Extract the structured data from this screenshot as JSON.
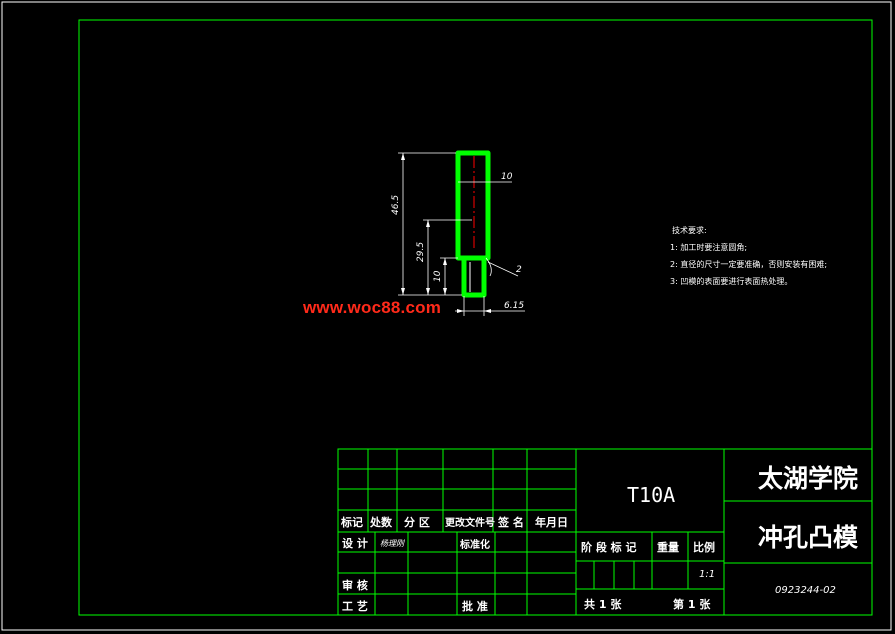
{
  "drawing": {
    "watermark": "www.woc88.com",
    "dimensions": {
      "overall_length": "46.5",
      "shoulder_length": "29.5",
      "tip_length": "10",
      "width": "10",
      "angle": "2",
      "tip_width": "6.15"
    },
    "notes": {
      "title": "技术要求:",
      "items": [
        "1: 加工时要注意圆角;",
        "2: 直径的尺寸一定要准确，否则安装有困难;",
        "3: 凹模的表面要进行表面热处理。"
      ]
    },
    "colors": {
      "frame": "#00ff00",
      "part": "#00ff00",
      "dimension": "#ffffff",
      "center_line": "#ff0000",
      "watermark": "#ff2a1a"
    }
  },
  "title_block": {
    "material": "T10A",
    "school": "太湖学院",
    "part_name": "冲孔凸模",
    "drawing_number": "0923244-02",
    "headers": [
      "标记",
      "处数",
      "分 区",
      "更改文件号",
      "签 名",
      "年月日"
    ],
    "design_label": "设 计",
    "designer": "杨理刚",
    "standardize_label": "标准化",
    "stage_label": "阶 段 标 记",
    "weight_label": "重量",
    "scale_label": "比例",
    "scale_value": "1:1",
    "review_label": "审 核",
    "process_label": "工 艺",
    "approve_label": "批 准",
    "total_sheets": "共 1 张",
    "sheet_number": "第 1 张"
  }
}
